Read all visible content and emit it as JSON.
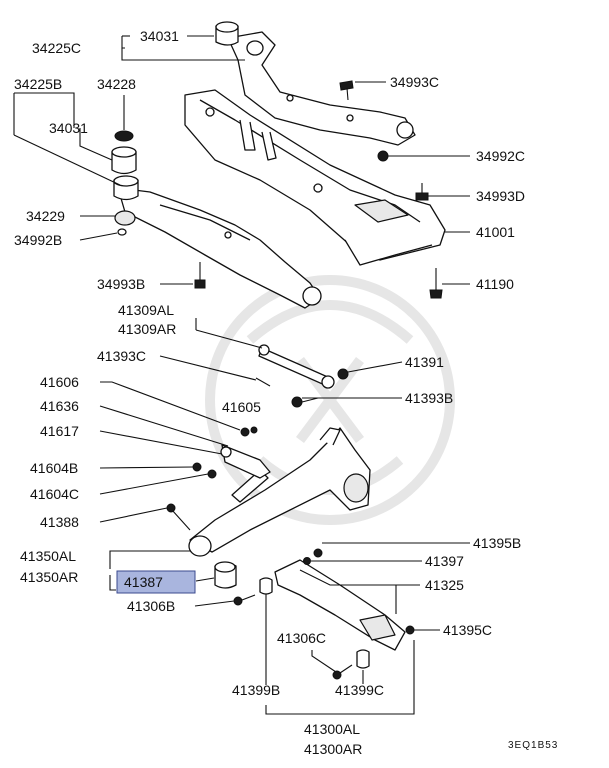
{
  "labels": {
    "p34031_top": "34031",
    "p34225C": "34225C",
    "p34993C": "34993C",
    "p34225B": "34225B",
    "p34228": "34228",
    "p34031_mid": "34031",
    "p34992C": "34992C",
    "p34993D": "34993D",
    "p34229": "34229",
    "p34992B": "34992B",
    "p41001": "41001",
    "p34993B": "34993B",
    "p41190": "41190",
    "p41309AL": "41309AL",
    "p41309AR": "41309AR",
    "p41393C": "41393C",
    "p41391": "41391",
    "p41606": "41606",
    "p41605": "41605",
    "p41393B": "41393B",
    "p41636": "41636",
    "p41617": "41617",
    "p41604B": "41604B",
    "p41604C": "41604C",
    "p41388": "41388",
    "p41395B": "41395B",
    "p41350AL": "41350AL",
    "p41350AR": "41350AR",
    "p41397": "41397",
    "p41387": "41387",
    "p41325": "41325",
    "p41306B": "41306B",
    "p41395C": "41395C",
    "p41306C": "41306C",
    "p41399B": "41399B",
    "p41399C": "41399C",
    "p41300AL": "41300AL",
    "p41300AR": "41300AR"
  },
  "figure_code": "3EQ1B53",
  "highlight_color": "#a9b5de"
}
